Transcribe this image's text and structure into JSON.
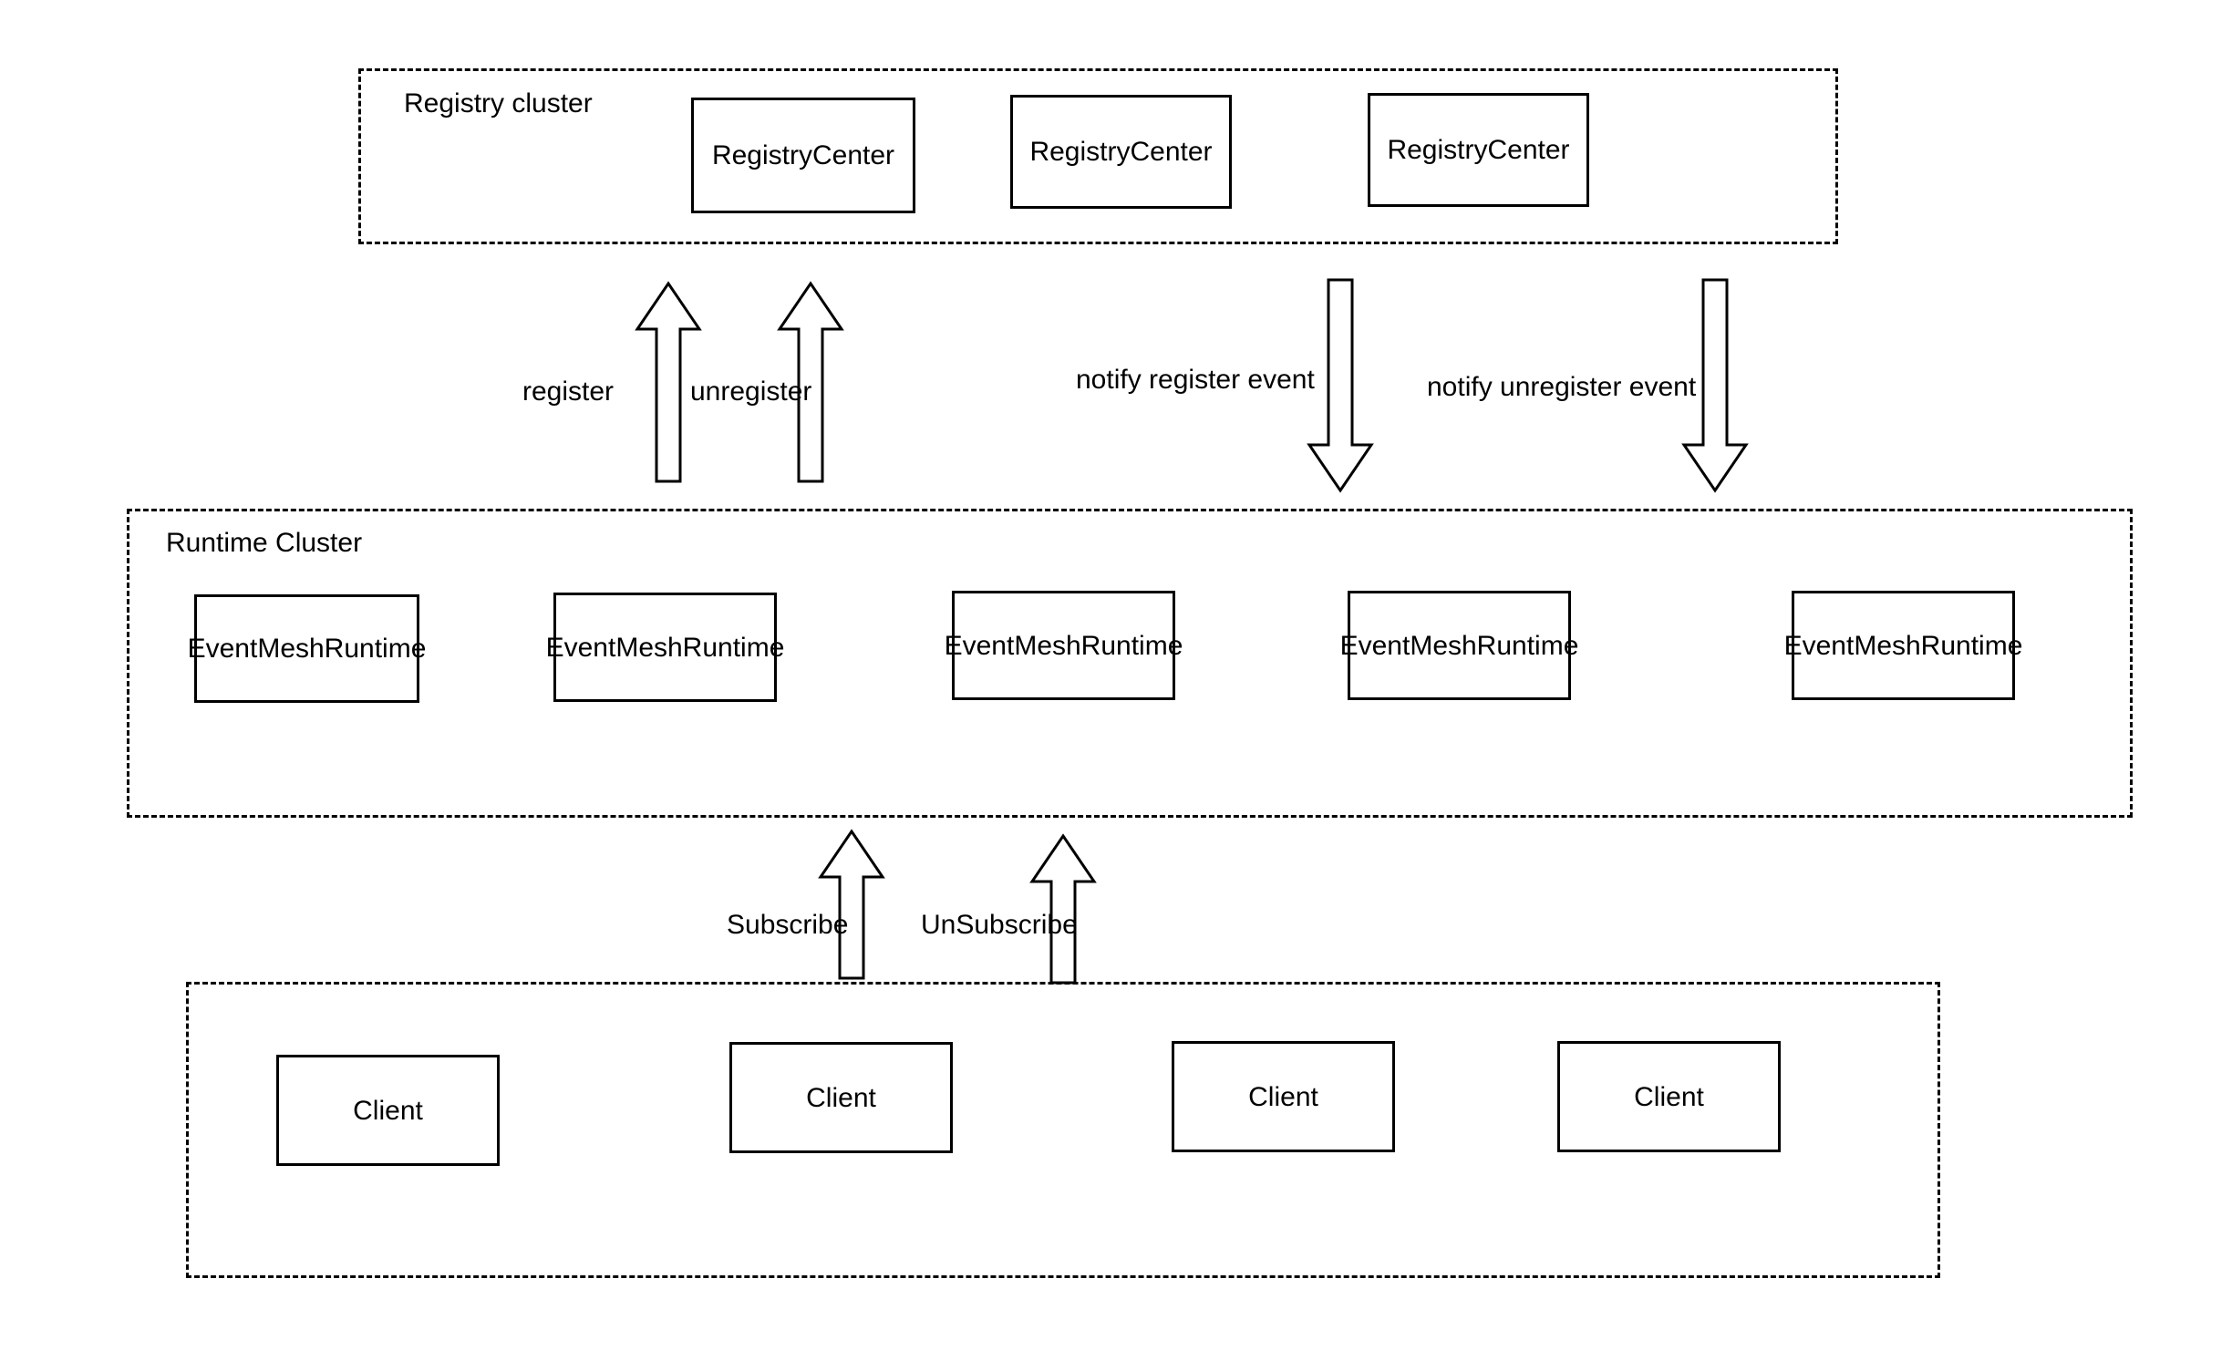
{
  "diagram": {
    "title": "EventMesh registry / runtime / client interaction diagram",
    "background_color": "#ffffff",
    "stroke_color": "#000000",
    "clusters": [
      {
        "id": "registry-cluster",
        "label": "Registry cluster",
        "style": "dashed",
        "nodes": [
          {
            "label": "RegistryCenter"
          },
          {
            "label": "RegistryCenter"
          },
          {
            "label": "RegistryCenter"
          }
        ]
      },
      {
        "id": "runtime-cluster",
        "label": "Runtime Cluster",
        "style": "dashed",
        "nodes": [
          {
            "label": "EventMeshRuntime"
          },
          {
            "label": "EventMeshRuntime"
          },
          {
            "label": "EventMeshRuntime"
          },
          {
            "label": "EventMeshRuntime"
          },
          {
            "label": "EventMeshRuntime"
          }
        ]
      },
      {
        "id": "client-cluster",
        "label": "",
        "style": "dashed",
        "nodes": [
          {
            "label": "Client"
          },
          {
            "label": "Client"
          },
          {
            "label": "Client"
          },
          {
            "label": "Client"
          }
        ]
      }
    ],
    "edges": [
      {
        "id": "register",
        "label": "register",
        "direction": "up",
        "from": "runtime-cluster",
        "to": "registry-cluster"
      },
      {
        "id": "unregister",
        "label": "unregister",
        "direction": "up",
        "from": "runtime-cluster",
        "to": "registry-cluster"
      },
      {
        "id": "notify-register",
        "label": "notify register event",
        "direction": "down",
        "from": "registry-cluster",
        "to": "runtime-cluster"
      },
      {
        "id": "notify-unregister",
        "label": "notify unregister event",
        "direction": "down",
        "from": "registry-cluster",
        "to": "runtime-cluster"
      },
      {
        "id": "subscribe",
        "label": "Subscribe",
        "direction": "up",
        "from": "client-cluster",
        "to": "runtime-cluster"
      },
      {
        "id": "unsubscribe",
        "label": "UnSubscribe",
        "direction": "up",
        "from": "client-cluster",
        "to": "runtime-cluster"
      }
    ]
  }
}
